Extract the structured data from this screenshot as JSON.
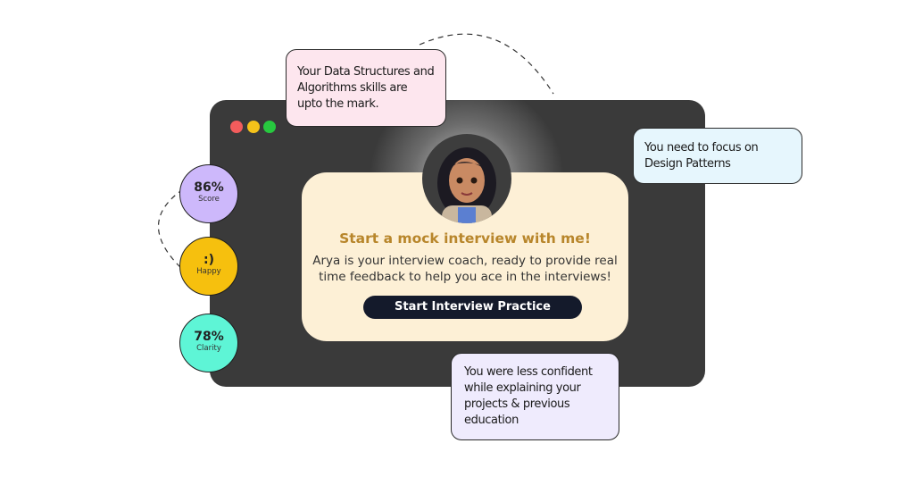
{
  "window": {
    "dots": [
      "#f25c5c",
      "#f5c21a",
      "#27c93f"
    ]
  },
  "card": {
    "title": "Start a mock interview with me!",
    "description_line1": "Arya is your interview coach, ready to provide real",
    "description_line2": "time feedback to help you ace in the interviews!",
    "button_label": "Start Interview Practice"
  },
  "bubbles": {
    "top": "Your Data Structures and Algorithms skills are upto the mark.",
    "right": "You need to focus on Design Patterns",
    "bottom": "You were less confident while explaining your projects & previous education"
  },
  "stats": [
    {
      "value": "86%",
      "label": "Score",
      "color": "#cdb8fb"
    },
    {
      "value": ":)",
      "label": "Happy",
      "color": "#f6c00e"
    },
    {
      "value": "78%",
      "label": "Clarity",
      "color": "#5ef5d6"
    }
  ]
}
